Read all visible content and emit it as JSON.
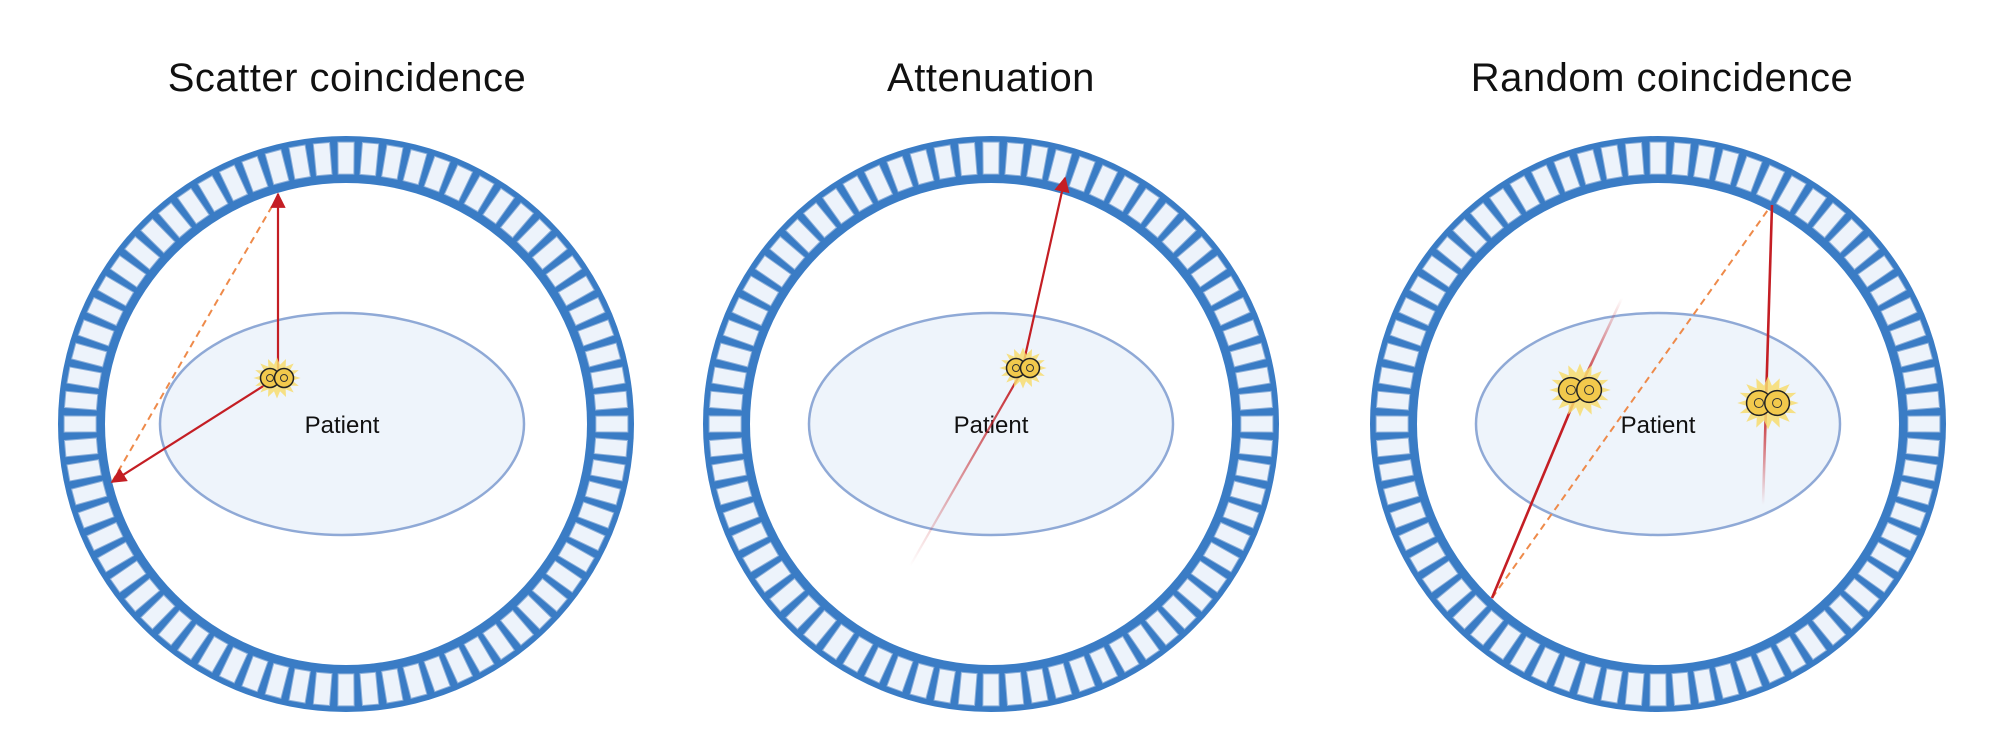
{
  "colors": {
    "ring": "#3a7cc5",
    "ring_dark": "#2f6db5",
    "crystal_fill": "#edf3fb",
    "crystal_stroke": "#8db0da",
    "patient_fill": "#eef4fb",
    "patient_stroke": "#8fa9d6",
    "photon_path": "#c41e24",
    "true_lor": "#ee8a4a",
    "annihilation": "#f2c94c"
  },
  "panels": [
    {
      "title": "Scatter coincidence",
      "patient_label": "Patient",
      "event": "scatter"
    },
    {
      "title": "Attenuation",
      "patient_label": "Patient",
      "event": "attenuation"
    },
    {
      "title": "Random coincidence",
      "patient_label": "Patient",
      "event": "random"
    }
  ]
}
